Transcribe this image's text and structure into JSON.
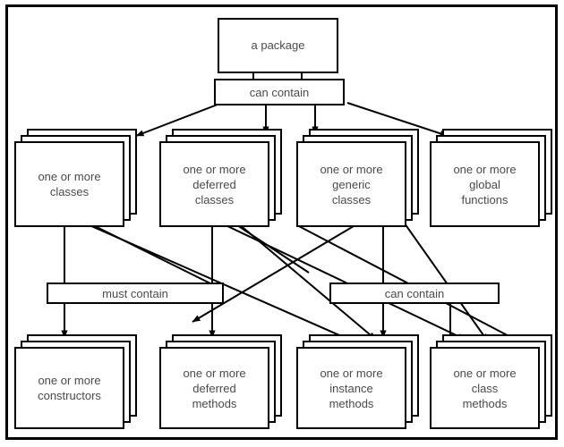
{
  "diagram": {
    "title": "a package",
    "root": {
      "label": "a package"
    },
    "connectors": [
      {
        "label": "can contain",
        "name": "can-contain-top"
      },
      {
        "label": "must contain",
        "name": "must-contain-middle"
      },
      {
        "label": "can contain",
        "name": "can-contain-middle"
      }
    ],
    "row_top": [
      {
        "label": "one or more\nclasses",
        "name": "classes"
      },
      {
        "label": "one or more\ndeferred\nclasses",
        "name": "deferred-classes"
      },
      {
        "label": "one or more\ngeneric\nclasses",
        "name": "generic-classes"
      },
      {
        "label": "one or more\nglobal\nfunctions",
        "name": "global-functions"
      }
    ],
    "row_bottom": [
      {
        "label": "one or more\nconstructors",
        "name": "constructors"
      },
      {
        "label": "one or more\ndeferred\nmethods",
        "name": "deferred-methods"
      },
      {
        "label": "one or more\ninstance\nmethods",
        "name": "instance-methods"
      },
      {
        "label": "one or more\nclass\nmethods",
        "name": "class-methods"
      }
    ],
    "colors": {
      "line": "#000000",
      "text": "#4a4a4a",
      "background": "#ffffff"
    }
  }
}
